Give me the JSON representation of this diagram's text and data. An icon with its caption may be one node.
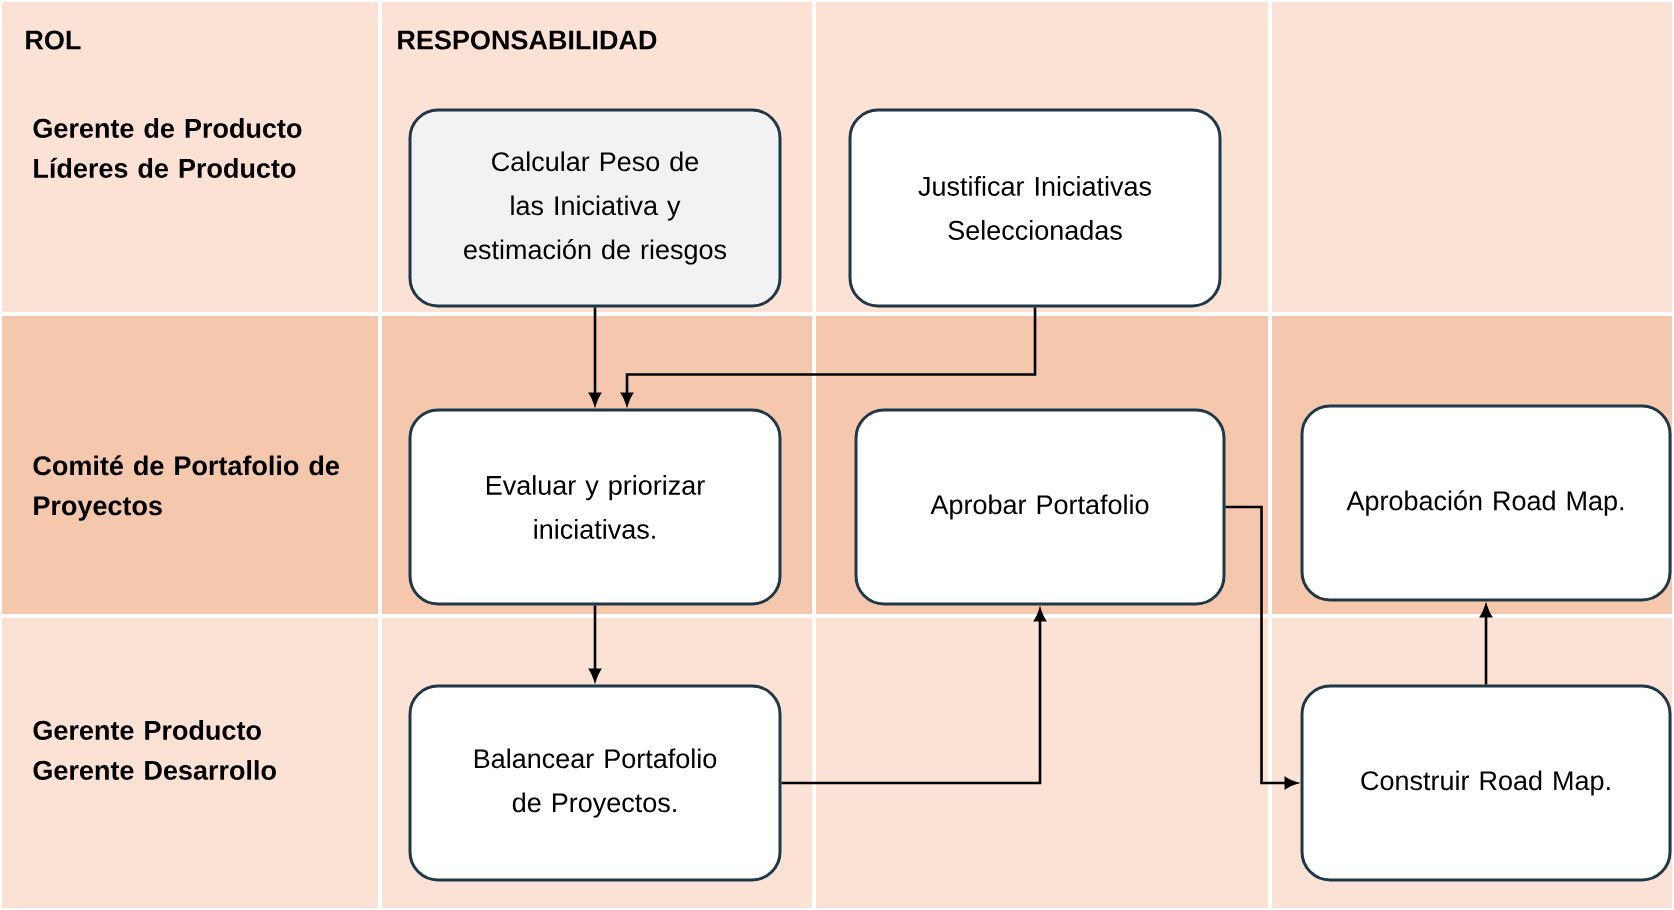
{
  "diagram": {
    "nodes": [
      {
        "text": [
          "Calcular Peso de las Iniciativa y estimación de riesgos"
        ]
      },
      {
        "text": [
          "Justificar Iniciativas Seleccionadas"
        ]
      },
      {
        "text": [
          "Evaluar y priorizar iniciativas."
        ]
      },
      {
        "text": [
          "Aprobar Portafolio"
        ]
      },
      {
        "text": [
          "Aprobación Road Map."
        ]
      },
      {
        "text": [
          "Balancear Portafolio de Proyectos."
        ]
      },
      {
        "text": [
          "Construir Road Map."
        ]
      }
    ],
    "edges": [
      {
        "from": 0,
        "to": 2,
        "arrow": "to"
      },
      {
        "from": 1,
        "to": 2,
        "arrow": "to"
      },
      {
        "from": 2,
        "to": 5,
        "arrow": "to"
      },
      {
        "from": 5,
        "to": 3,
        "arrow": "to"
      },
      {
        "from": 3,
        "to": 6,
        "arrow": "to"
      },
      {
        "from": 6,
        "to": 4,
        "arrow": "to"
      }
    ],
    "labels": [
      "ROL",
      "RESPONSABILIDAD",
      "Gerente de Producto Líderes de Producto",
      "Comité de Portafolio de Proyectos",
      "Gerente Producto Gerente Desarrollo"
    ]
  }
}
